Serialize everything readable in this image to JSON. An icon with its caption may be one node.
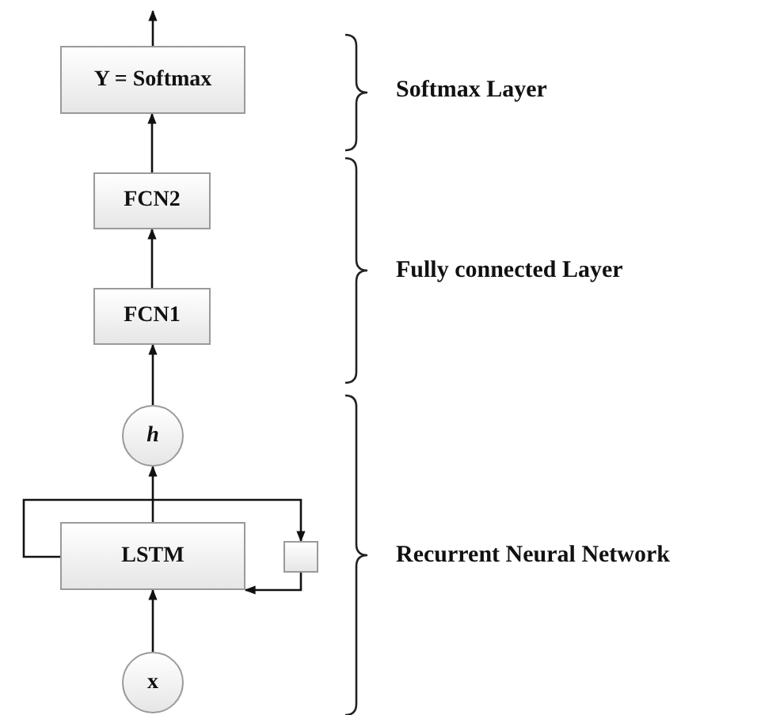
{
  "diagram": {
    "nodes": [
      {
        "text": [
          "Y = Softmax"
        ]
      },
      {
        "text": [
          "FCN2"
        ]
      },
      {
        "text": [
          "FCN1"
        ]
      },
      {
        "text": [
          "h"
        ]
      },
      {
        "text": [
          "LSTM"
        ]
      },
      {
        "text": [],
        "shape": "box"
      },
      {
        "text": [
          "x"
        ]
      }
    ],
    "edges": [
      {
        "from": 0,
        "to": null,
        "arrow": "to"
      },
      {
        "from": 1,
        "to": 0,
        "arrow": "to"
      },
      {
        "from": 2,
        "to": 1,
        "arrow": "to"
      },
      {
        "from": 3,
        "to": 2,
        "arrow": "to"
      },
      {
        "from": 4,
        "to": 3,
        "arrow": "to"
      },
      {
        "from": 6,
        "to": 4,
        "arrow": "to"
      },
      {
        "from": 4,
        "to": 5,
        "arrow": "to"
      },
      {
        "from": 5,
        "to": 4,
        "arrow": "to"
      }
    ],
    "labels": [
      "Softmax Layer",
      "Fully connected Layer",
      "Recurrent Neural Network"
    ]
  }
}
